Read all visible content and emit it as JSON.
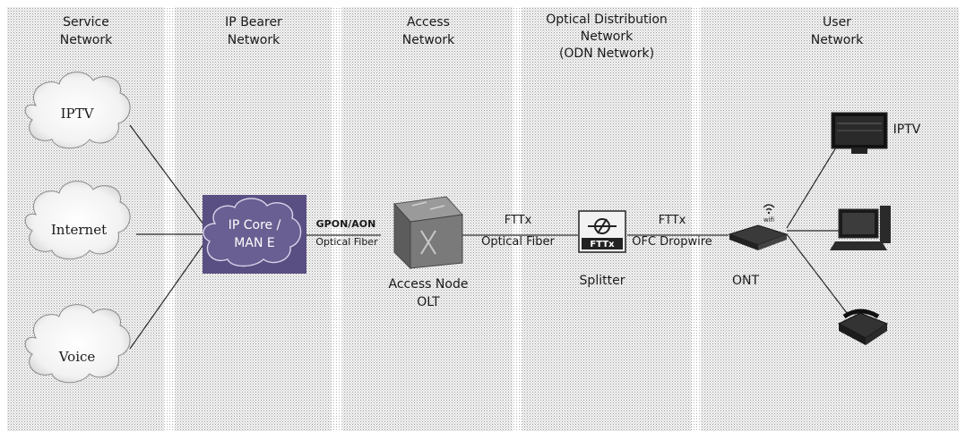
{
  "columns": [
    {
      "line1": "Service",
      "line2": "Network",
      "line3": ""
    },
    {
      "line1": "IP Bearer",
      "line2": "Network",
      "line3": ""
    },
    {
      "line1": "Access",
      "line2": "Network",
      "line3": ""
    },
    {
      "line1": "Optical Distribution",
      "line2": "Network",
      "line3": "(ODN Network)"
    },
    {
      "line1": "User",
      "line2": "Network",
      "line3": ""
    }
  ],
  "services": [
    "IPTV",
    "Internet",
    "Voice"
  ],
  "core": {
    "line1": "IP Core /",
    "line2": "MAN E"
  },
  "links": {
    "core_to_olt": {
      "line1": "GPON/AON",
      "line2": "Optical Fiber"
    },
    "olt_to_splitter": {
      "line1": "FTTx",
      "line2": "Optical Fiber"
    },
    "splitter_to_ont": {
      "line1": "FTTx",
      "line2": "OFC Dropwire"
    }
  },
  "olt": {
    "line1": "Access Node",
    "line2": "OLT"
  },
  "splitter": {
    "label": "Splitter",
    "badge": "FTTx"
  },
  "ont": {
    "label": "ONT",
    "wifi": "wifi"
  },
  "devices": {
    "tv_label": "IPTV"
  },
  "colors": {
    "band": "#e4e4e4",
    "core": "#5a4f82",
    "olt": "#6f6f6f"
  },
  "icons": [
    "cloud-icon",
    "ip-core-cloud-icon",
    "olt-switch-icon",
    "splitter-icon",
    "ont-router-icon",
    "wifi-icon",
    "tv-icon",
    "computer-icon",
    "telephone-icon"
  ]
}
